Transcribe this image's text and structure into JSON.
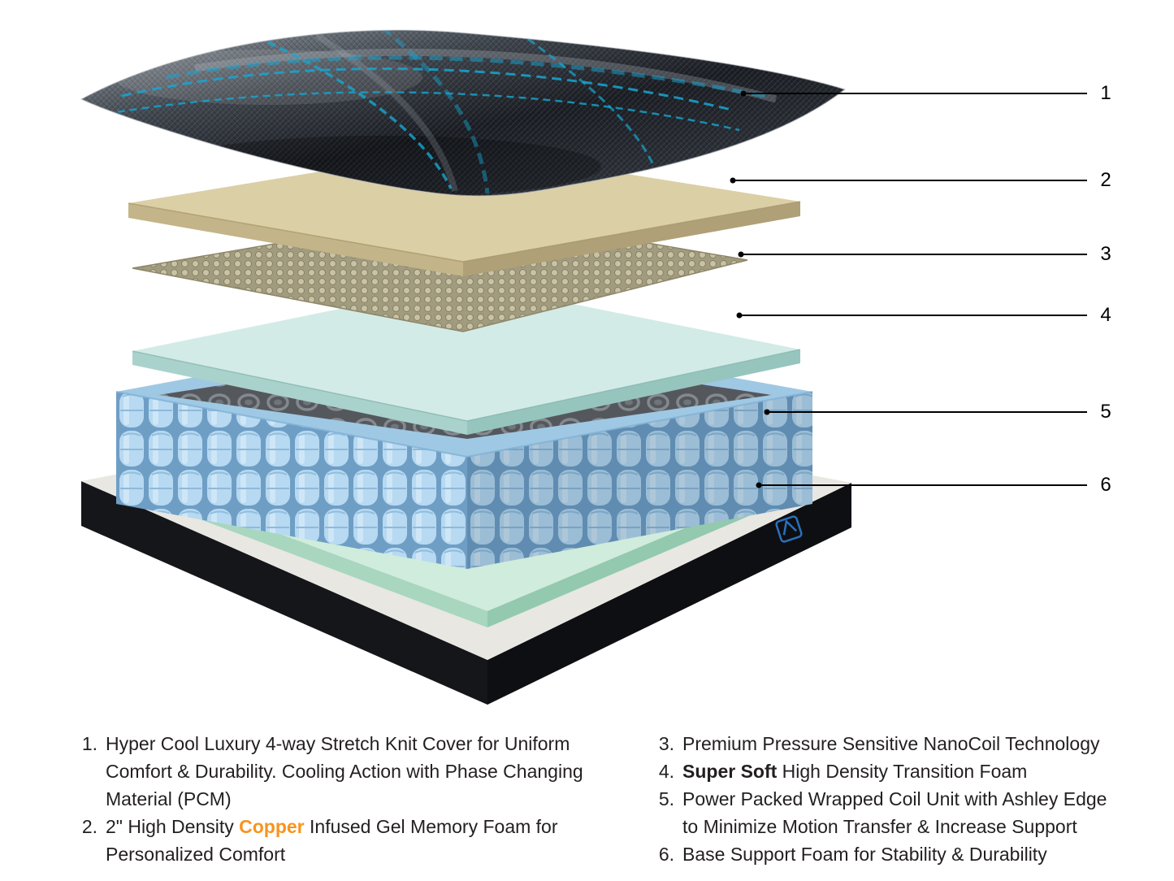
{
  "diagram": {
    "callouts": [
      {
        "num": "1",
        "target": "knit-cover-layer"
      },
      {
        "num": "2",
        "target": "memory-foam-layer"
      },
      {
        "num": "3",
        "target": "nanocoil-layer"
      },
      {
        "num": "4",
        "target": "transition-foam-layer"
      },
      {
        "num": "5",
        "target": "coil-unit-layer"
      },
      {
        "num": "6",
        "target": "base-layer"
      }
    ]
  },
  "legend": {
    "left": [
      {
        "num": "1.",
        "text": "Hyper Cool Luxury 4-way Stretch Knit Cover for Uniform Comfort & Durability. Cooling Action with Phase Changing Material (PCM)"
      },
      {
        "num": "2.",
        "pre": "2\" High Density ",
        "highlight": "Copper",
        "post": " Infused Gel Memory Foam for Personalized Comfort"
      }
    ],
    "right": [
      {
        "num": "3.",
        "text": "Premium Pressure Sensitive NanoCoil Technology"
      },
      {
        "num": "4.",
        "bold": "Super Soft",
        "post": " High Density Transition Foam"
      },
      {
        "num": "5.",
        "text": "Power Packed Wrapped Coil Unit with Ashley Edge to Minimize Motion Transfer & Increase Support"
      },
      {
        "num": "6.",
        "text": "Base Support Foam for Stability & Durability"
      }
    ]
  },
  "colors": {
    "copper_highlight": "#f7941d",
    "plaid_cyan": "#17a6d1",
    "memory_foam_tan": "#dbcfa6",
    "transition_foam_teal": "#d3ebe7",
    "coil_blue": "#b7d9f1",
    "base_foam_green": "#cfecdc",
    "base_black": "#15161a",
    "text": "#231f20"
  }
}
